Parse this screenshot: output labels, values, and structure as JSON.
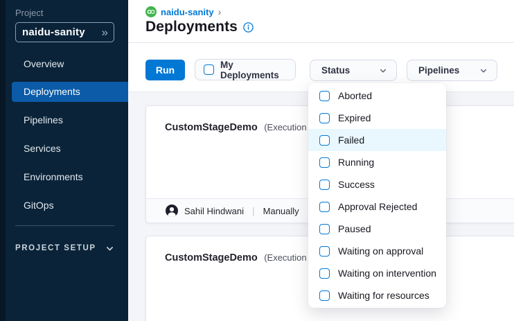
{
  "sidebar": {
    "project_label": "Project",
    "project_value": "naidu-sanity",
    "items": [
      {
        "label": "Overview"
      },
      {
        "label": "Deployments"
      },
      {
        "label": "Pipelines"
      },
      {
        "label": "Services"
      },
      {
        "label": "Environments"
      },
      {
        "label": "GitOps"
      }
    ],
    "setup_label": "PROJECT SETUP"
  },
  "header": {
    "breadcrumb": "naidu-sanity",
    "title": "Deployments"
  },
  "toolbar": {
    "run_label": "Run",
    "my_deployments_label": "My Deployments",
    "status_label": "Status",
    "pipelines_label": "Pipelines"
  },
  "status_menu": {
    "items": [
      {
        "label": "Aborted"
      },
      {
        "label": "Expired"
      },
      {
        "label": "Failed"
      },
      {
        "label": "Running"
      },
      {
        "label": "Success"
      },
      {
        "label": "Approval Rejected"
      },
      {
        "label": "Paused"
      },
      {
        "label": "Waiting on approval"
      },
      {
        "label": "Waiting on intervention"
      },
      {
        "label": "Waiting for resources"
      }
    ]
  },
  "deployments": [
    {
      "name": "CustomStageDemo",
      "suffix": "(Execution Id",
      "author": "Sahil Hindwani",
      "separator": "|",
      "trigger": "Manually"
    },
    {
      "name": "CustomStageDemo",
      "suffix": "(Execution Id"
    }
  ],
  "icons": {
    "double_chevron": "»",
    "breadcrumb_chevron": "›"
  },
  "colors": {
    "accent_blue": "#0278d5",
    "active_nav_blue": "#0b5ba8",
    "sidebar_navy": "#0a2338",
    "module_green": "#42b54f",
    "menu_highlight": "#e9f7fe",
    "page_background": "#f4f5f8"
  }
}
